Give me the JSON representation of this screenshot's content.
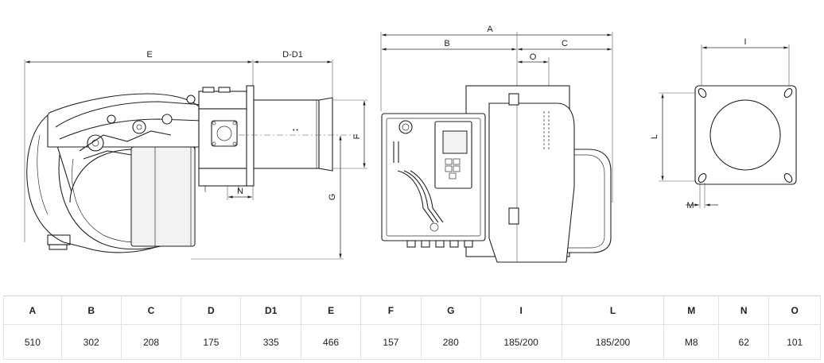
{
  "drawing_labels": {
    "side_view": {
      "E": "E",
      "D_D1": "D-D1",
      "N": "N",
      "G": "G",
      "F": "F"
    },
    "front_view": {
      "A": "A",
      "B": "B",
      "C": "C",
      "O": "O"
    },
    "flange_view": {
      "I": "I",
      "L": "L",
      "M": "M"
    }
  },
  "table": {
    "headers": [
      "A",
      "B",
      "C",
      "D",
      "D1",
      "E",
      "F",
      "G",
      "I",
      "L",
      "M",
      "N",
      "O"
    ],
    "values": [
      "510",
      "302",
      "208",
      "175",
      "335",
      "466",
      "157",
      "280",
      "185/200",
      "185/200",
      "M8",
      "62",
      "101"
    ]
  }
}
